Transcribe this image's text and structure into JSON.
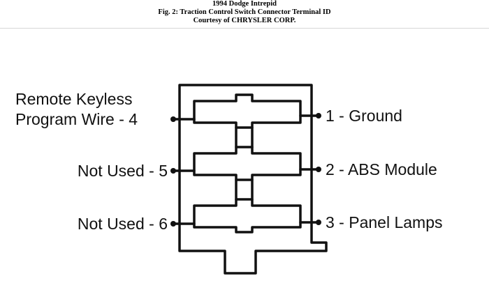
{
  "header": {
    "vehicle": "1994 Dodge Intrepid",
    "figure": "Fig. 2: Traction Control Switch Connector Terminal ID",
    "courtesy": "Courtesy of CHRYSLER CORP."
  },
  "terminals": {
    "t4_line1": "Remote Keyless",
    "t4_line2": "Program Wire - 4",
    "t5": "Not Used - 5",
    "t6": "Not Used - 6",
    "t1": "1 - Ground",
    "t2": "2 - ABS Module",
    "t3": "3 - Panel Lamps"
  }
}
